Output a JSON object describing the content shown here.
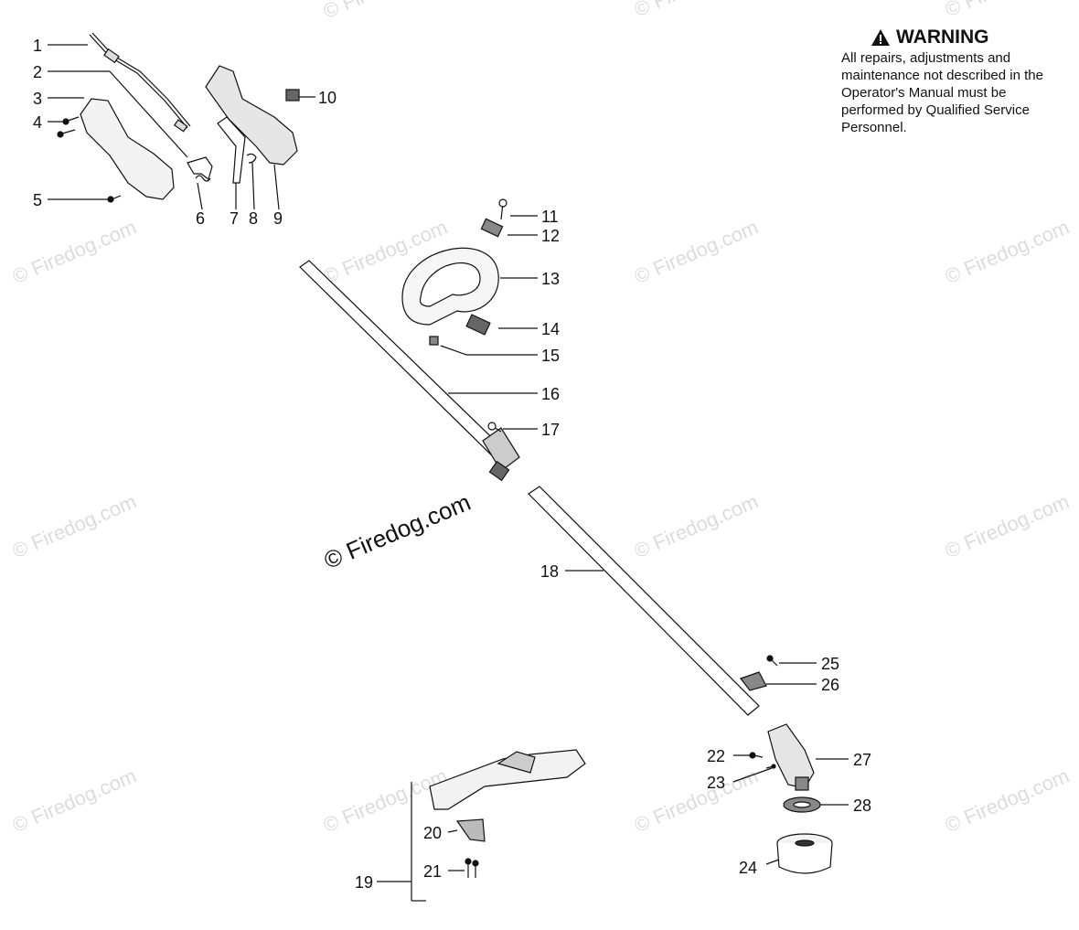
{
  "warning": {
    "title": "WARNING",
    "text": "All repairs, adjustments and maintenance not described in the Operator's Manual must be performed by Qualified Service Personnel.",
    "icon": "warning-triangle-icon"
  },
  "watermark": {
    "text": "© Firedog.com",
    "color": "#dcdcdc"
  },
  "parts": {
    "p1": "1",
    "p2": "2",
    "p3": "3",
    "p4": "4",
    "p5": "5",
    "p6": "6",
    "p7": "7",
    "p8": "8",
    "p9": "9",
    "p10": "10",
    "p11": "11",
    "p12": "12",
    "p13": "13",
    "p14": "14",
    "p15": "15",
    "p16": "16",
    "p17": "17",
    "p18": "18",
    "p19": "19",
    "p20": "20",
    "p21": "21",
    "p22": "22",
    "p23": "23",
    "p24": "24",
    "p25": "25",
    "p26": "26",
    "p27": "27",
    "p28": "28"
  }
}
